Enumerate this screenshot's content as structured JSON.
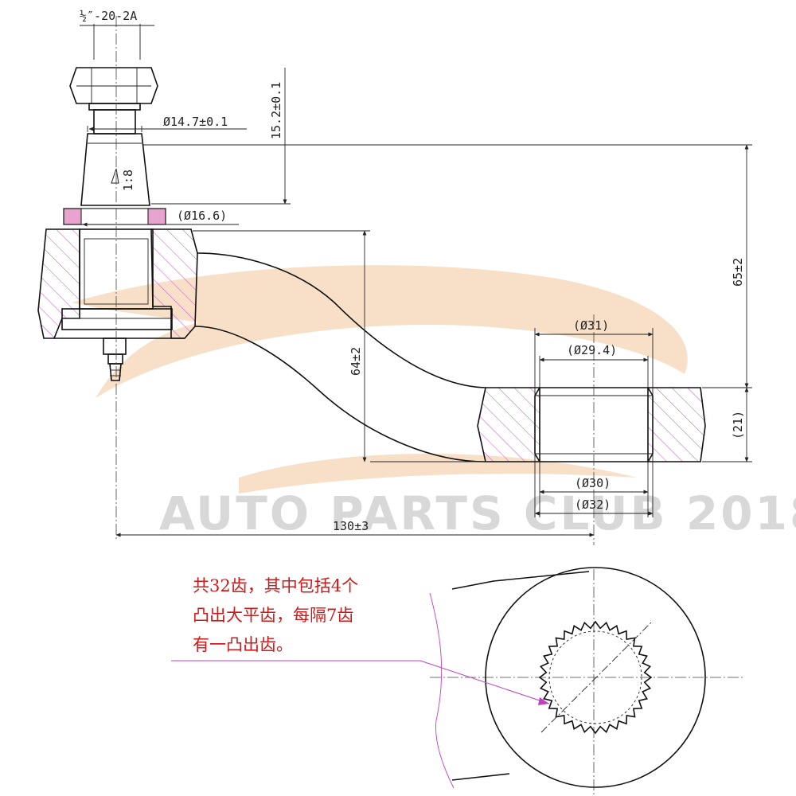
{
  "dimensions": {
    "thread": "½″-20-2A",
    "taper_top_dia": "Ø14.7±0.1",
    "taper_ratio": "1:8",
    "taper_length": "15.2±0.1",
    "taper_base_dia": "(Ø16.6)",
    "total_height": "65±2",
    "arm_drop": "64±2",
    "bore_outer_top": "(Ø31)",
    "bore_inner_top": "(Ø29.4)",
    "bore_inner_bottom": "(Ø30)",
    "bore_outer_bottom": "(Ø32)",
    "boss_thickness": "(21)",
    "center_distance": "130±3"
  },
  "note": {
    "lines": [
      "共32齿，其中包括4个",
      "凸出大平齿，每隔7齿",
      "有一凸出齿。"
    ]
  },
  "watermark": "AUTO PARTS CLUB 2018",
  "colors": {
    "note_text": "#d01818",
    "hatch": "#c040c0",
    "seal": "#e6a4cf",
    "watermark": "#d8d8d8",
    "logo_swoosh": "#f2c49a"
  }
}
